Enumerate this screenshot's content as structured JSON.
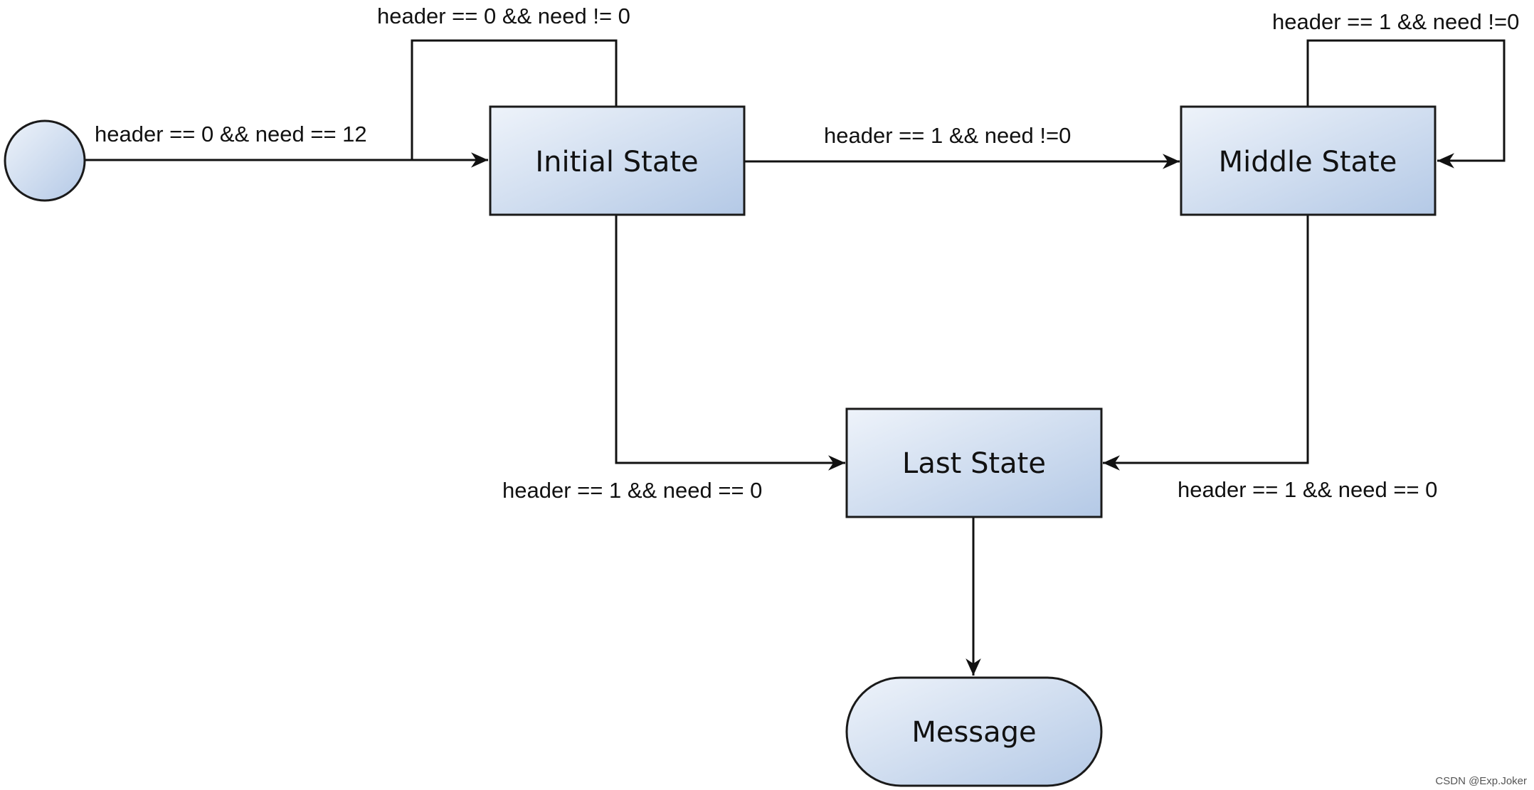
{
  "diagram": {
    "nodes": {
      "initial_pseudostate": {
        "label": ""
      },
      "initial_state": {
        "label": "Initial State"
      },
      "middle_state": {
        "label": "Middle State"
      },
      "last_state": {
        "label": "Last State"
      },
      "message": {
        "label": "Message"
      }
    },
    "edges": {
      "start_to_initial": "header == 0 && need == 12",
      "initial_self_loop": "header == 0 && need != 0",
      "initial_to_middle": "header == 1 && need !=0",
      "middle_self_loop": "header == 1 && need !=0",
      "initial_to_last": "header == 1 && need == 0",
      "middle_to_last": "header == 1 && need == 0"
    }
  },
  "colors": {
    "node_fill_start": "#eef3fa",
    "node_fill_end": "#b4c9e6",
    "stroke": "#111111"
  },
  "watermark": "CSDN @Exp.Joker"
}
